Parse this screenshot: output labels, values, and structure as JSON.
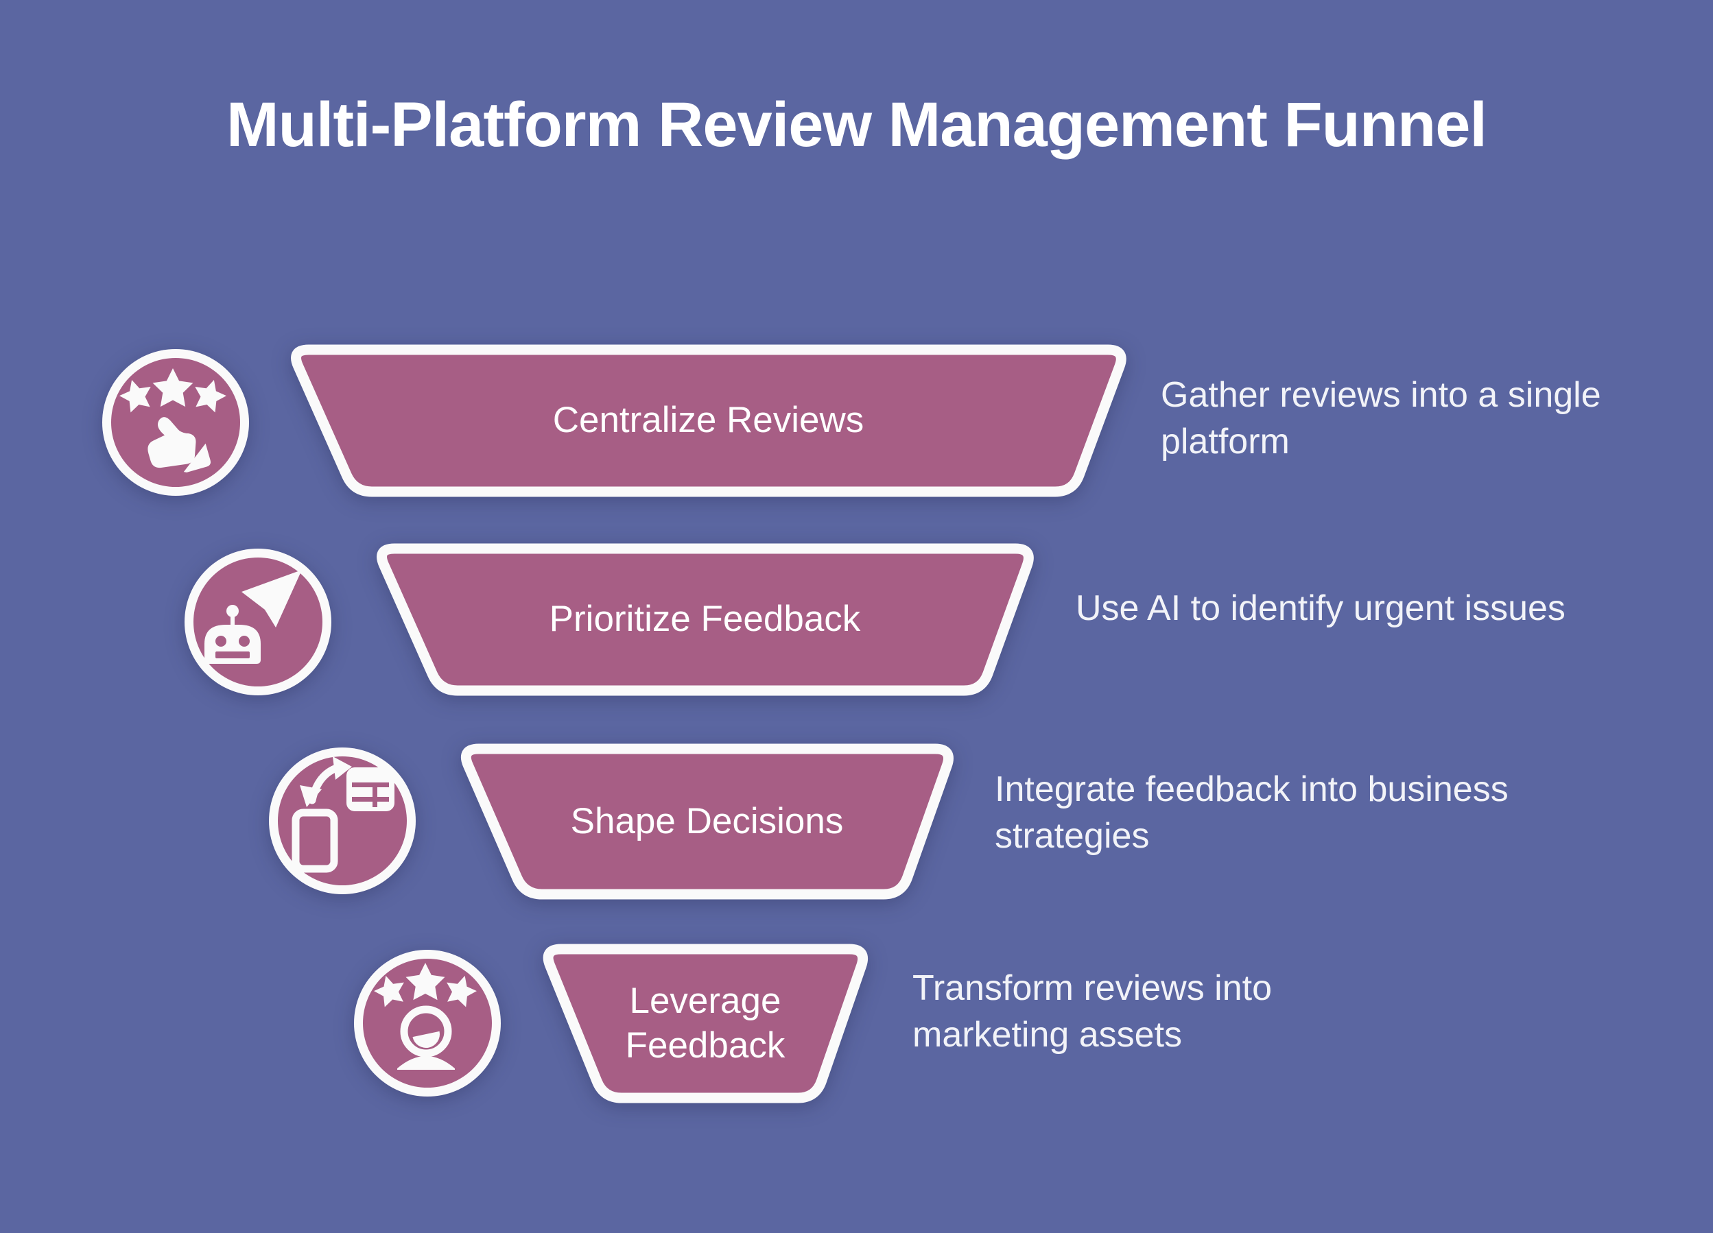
{
  "title": "Multi-Platform Review Management Funnel",
  "diagram_type": "funnel",
  "colors": {
    "background": "#5b66a1",
    "shape": "#a75e85",
    "outline": "#fafafa",
    "text": "#ffffff"
  },
  "stages": [
    {
      "label": "Centralize Reviews",
      "description": "Gather reviews into a single platform",
      "icon": "reviews-stars-thumb-icon"
    },
    {
      "label": "Prioritize Feedback",
      "description": "Use AI to identify urgent issues",
      "icon": "ai-robot-cursor-icon"
    },
    {
      "label": "Shape Decisions",
      "description": "Integrate feedback into business strategies",
      "icon": "device-data-sync-icon"
    },
    {
      "label": "Leverage Feedback",
      "description": "Transform reviews into marketing assets",
      "icon": "happy-customer-stars-icon"
    }
  ]
}
